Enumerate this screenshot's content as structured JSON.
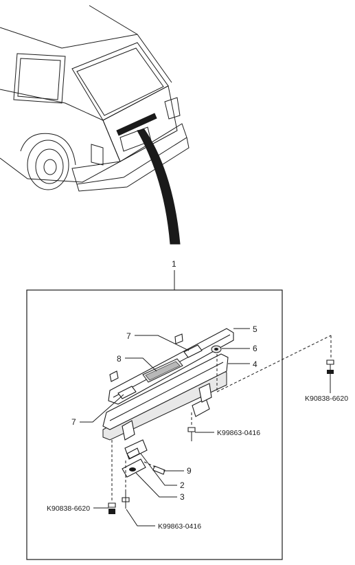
{
  "callouts": {
    "c1": "1",
    "c2": "2",
    "c3": "3",
    "c4": "4",
    "c5": "5",
    "c6": "6",
    "c7a": "7",
    "c7b": "7",
    "c8": "8",
    "c9": "9"
  },
  "part_numbers": {
    "bolt_right": "K90838-6620",
    "screw_upper": "K99863-0416",
    "bolt_left": "K90838-6620",
    "screw_lower": "K99863-0416"
  }
}
